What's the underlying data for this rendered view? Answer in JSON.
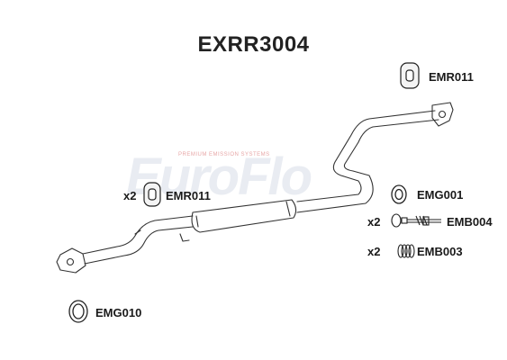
{
  "title": "EXRR3004",
  "watermark": {
    "logo_text": "EuroFlo",
    "tagline": "PREMIUM EMISSION SYSTEMS"
  },
  "parts": [
    {
      "code": "EMR011",
      "qty": "",
      "icon": "rubber-mount-icon"
    },
    {
      "code": "EMR011",
      "qty": "x2",
      "icon": "rubber-mount-icon"
    },
    {
      "code": "EMG001",
      "qty": "",
      "icon": "gasket-ring-icon"
    },
    {
      "code": "EMB004",
      "qty": "x2",
      "icon": "bolt-icon"
    },
    {
      "code": "EMB003",
      "qty": "x2",
      "icon": "spring-icon"
    },
    {
      "code": "EMG010",
      "qty": "",
      "icon": "gasket-ring-icon"
    }
  ],
  "colors": {
    "line": "#333333",
    "watermark": "#dfe3ea",
    "tagline": "#e7a6a6"
  }
}
